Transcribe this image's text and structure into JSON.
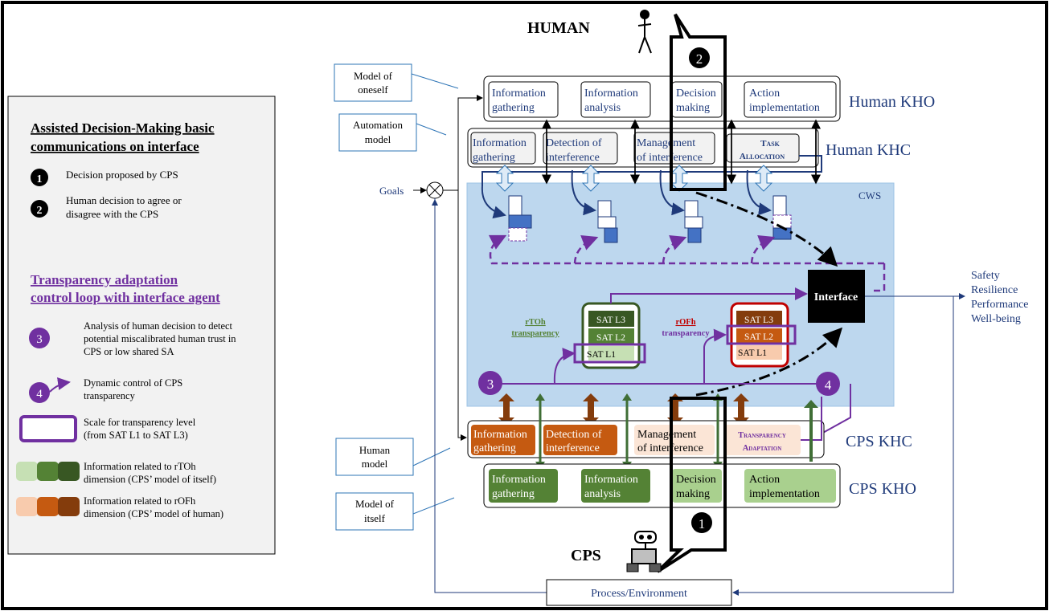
{
  "human_label": "HUMAN",
  "cps_label": "CPS",
  "callout_two": "2",
  "callout_one": "1",
  "left_notes": {
    "model_oneself": [
      "Model of",
      "oneself"
    ],
    "automation_model": [
      "Automation",
      "model"
    ],
    "goals": "Goals",
    "human_model": [
      "Human",
      "model"
    ],
    "model_itself": [
      "Model of",
      "itself"
    ]
  },
  "human_kho": {
    "label": "Human KHO",
    "boxes": [
      [
        "Information",
        "gathering"
      ],
      [
        "Information",
        "analysis"
      ],
      [
        "Decision",
        "making"
      ],
      [
        "Action",
        "implementation"
      ]
    ]
  },
  "human_khc": {
    "label": "Human KHC",
    "boxes": [
      [
        "Information",
        "gathering"
      ],
      [
        "Detection of",
        "interference"
      ],
      [
        "Management",
        "of interference"
      ],
      [
        "Task",
        "Allocation"
      ]
    ]
  },
  "cws": {
    "label": "CWS",
    "interface": "Interface",
    "rtoh": [
      "rTOh",
      "transparency"
    ],
    "rofh": [
      "rOFh",
      "transparency"
    ],
    "rtoh_levels": [
      "SAT L3",
      "SAT L2",
      "SAT L1"
    ],
    "rofh_levels": [
      "SAT L3",
      "SAT L2",
      "SAT L1"
    ],
    "marker_three": "3",
    "marker_four": "4"
  },
  "cps_khc": {
    "label": "CPS KHC",
    "boxes": [
      [
        "Information",
        "gathering"
      ],
      [
        "Detection of",
        "interference"
      ],
      [
        "Management",
        "of interference"
      ],
      [
        "Transparency",
        "Adaptation"
      ]
    ]
  },
  "cps_kho": {
    "label": "CPS KHO",
    "boxes": [
      [
        "Information",
        "gathering"
      ],
      [
        "Information",
        "analysis"
      ],
      [
        "Decision",
        "making"
      ],
      [
        "Action",
        "implementation"
      ]
    ]
  },
  "outputs": [
    "Safety",
    "Resilience",
    "Performance",
    "Well-being"
  ],
  "process": "Process/Environment",
  "legend": {
    "title": [
      "Assisted Decision-Making basic",
      "communications on interface"
    ],
    "item1": "Decision proposed by CPS",
    "item2": [
      "Human decision to agree or",
      "disagree with the CPS"
    ],
    "subtitle": [
      "Transparency adaptation",
      "control loop with interface agent"
    ],
    "item3": [
      "Analysis of human decision to detect",
      "potential miscalibrated human trust in",
      "CPS or low shared SA"
    ],
    "item4": [
      "Dynamic control of CPS",
      "transparency"
    ],
    "scale": [
      "Scale for transparency level",
      "(from SAT L1 to SAT L3)"
    ],
    "rtoh_info": [
      "Information related to rTOh",
      "dimension (CPS’ model of itself)"
    ],
    "rofh_info": [
      "Information related to rOFh",
      "dimension (CPS’ model of human)"
    ],
    "num1": "1",
    "num2": "2",
    "num3": "3",
    "num4": "4"
  },
  "colors": {
    "navy": "#1f3a7a",
    "purple": "#7030a0",
    "orange_dark": "#c55a11",
    "green_dark": "#3f6e35",
    "green_light": "#a9d08e",
    "peach": "#f8cbad",
    "cws_blue": "#bdd7ee",
    "red": "#c00000"
  }
}
